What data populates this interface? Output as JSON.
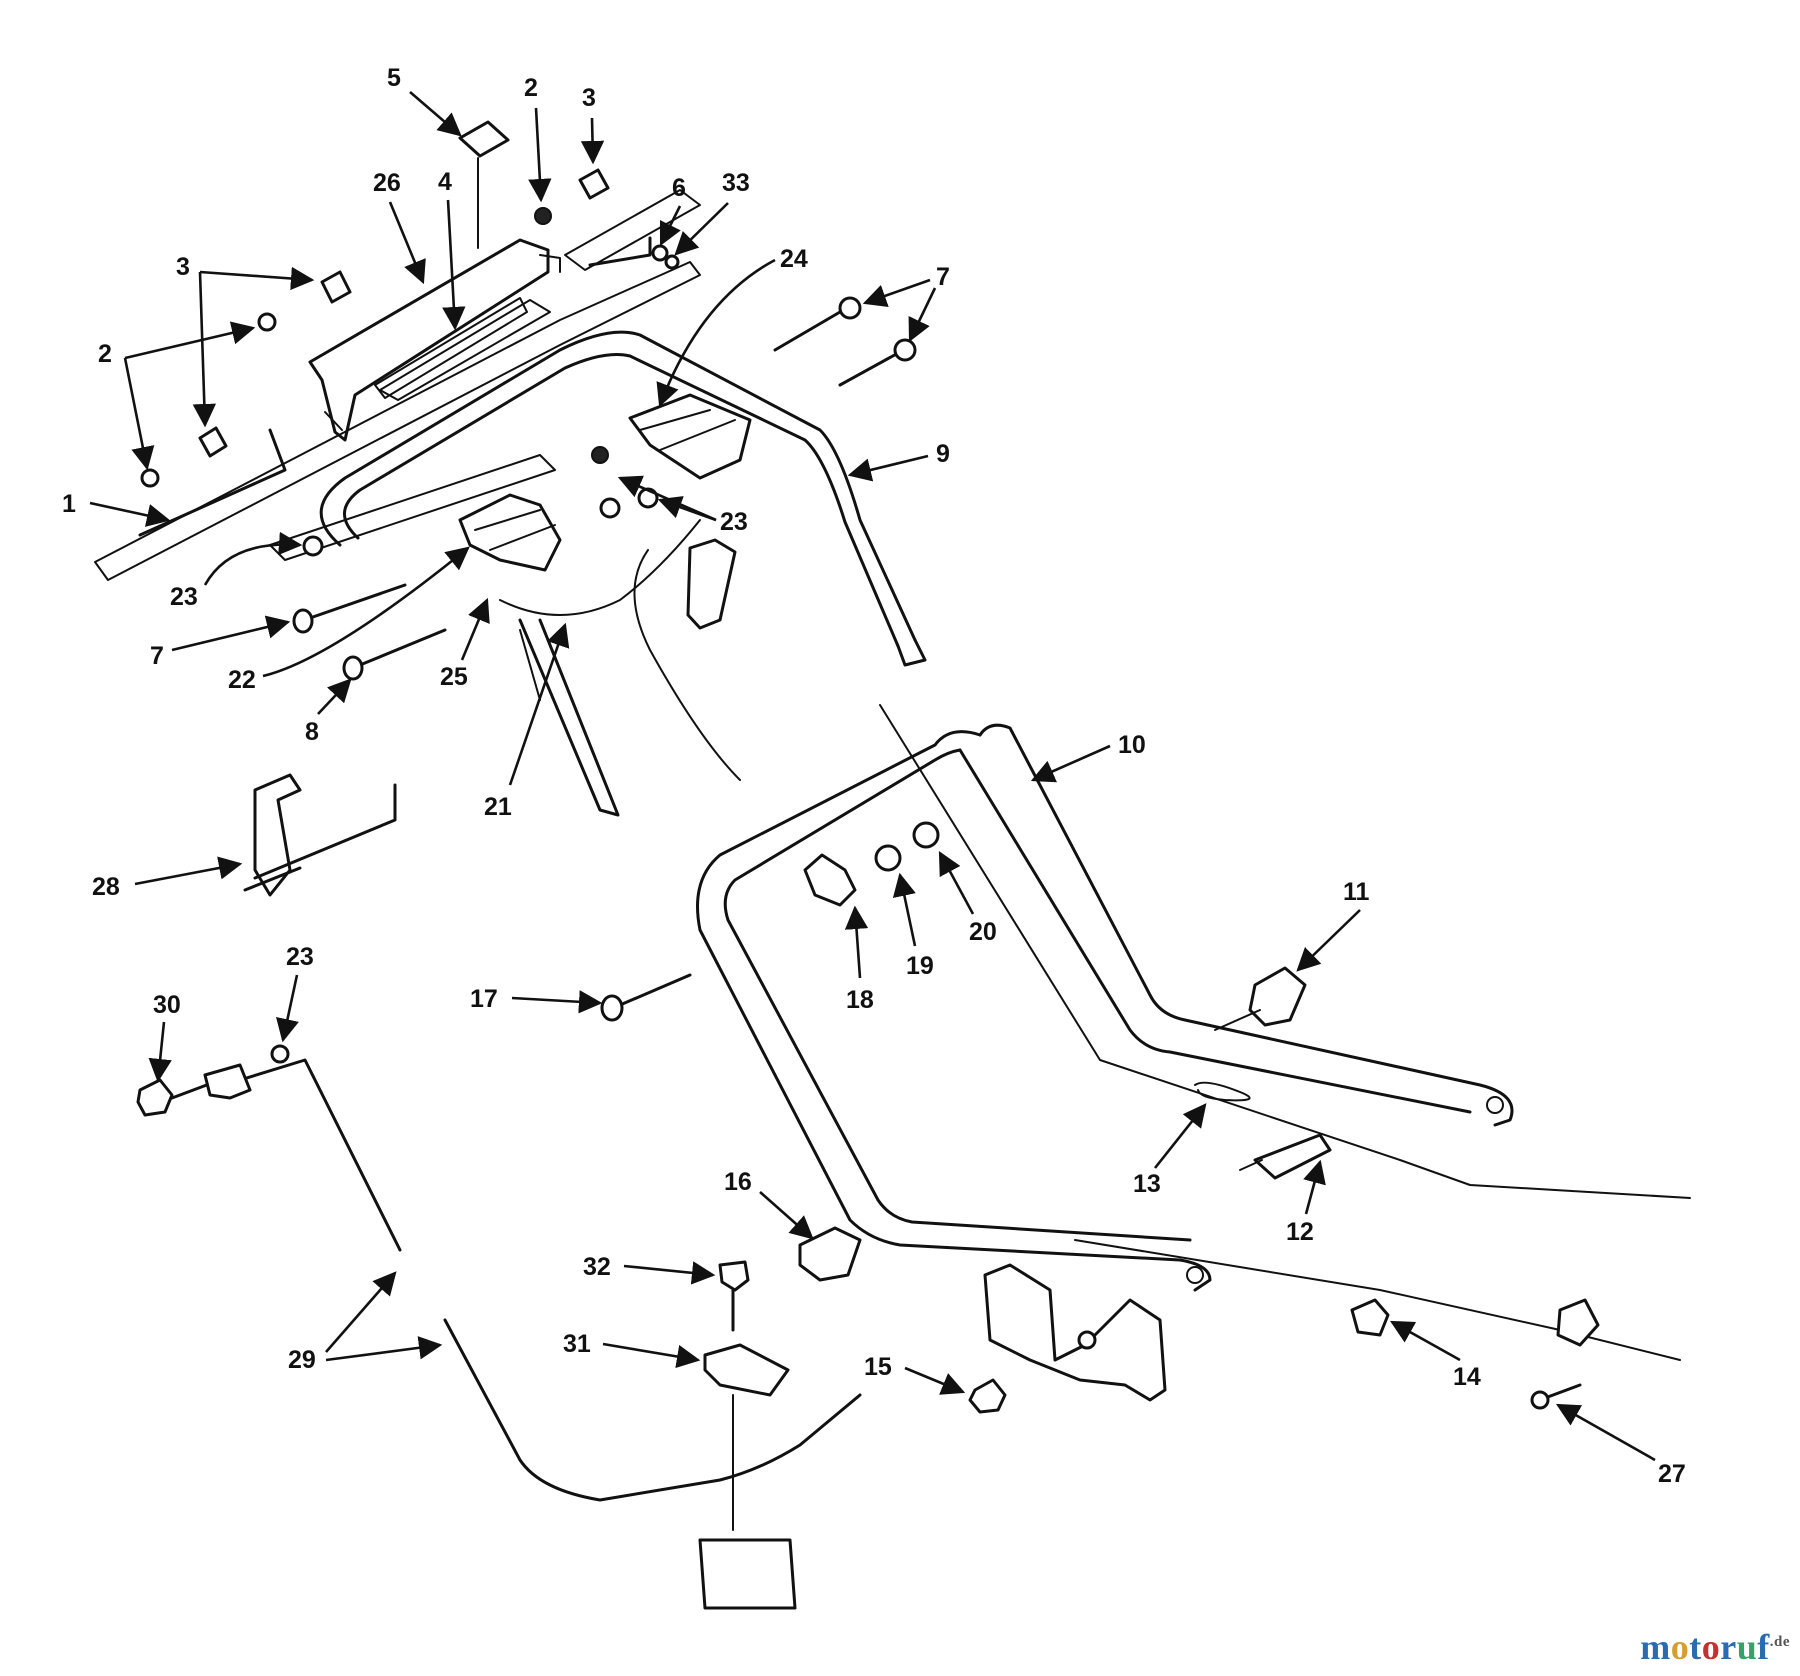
{
  "callouts": [
    {
      "id": "c1",
      "text": "1"
    },
    {
      "id": "c2a",
      "text": "2"
    },
    {
      "id": "c2b",
      "text": "2"
    },
    {
      "id": "c3a",
      "text": "3"
    },
    {
      "id": "c3b",
      "text": "3"
    },
    {
      "id": "c4",
      "text": "4"
    },
    {
      "id": "c5",
      "text": "5"
    },
    {
      "id": "c6",
      "text": "6"
    },
    {
      "id": "c7a",
      "text": "7"
    },
    {
      "id": "c7b",
      "text": "7"
    },
    {
      "id": "c8",
      "text": "8"
    },
    {
      "id": "c9",
      "text": "9"
    },
    {
      "id": "c10",
      "text": "10"
    },
    {
      "id": "c11",
      "text": "11"
    },
    {
      "id": "c12",
      "text": "12"
    },
    {
      "id": "c13",
      "text": "13"
    },
    {
      "id": "c14",
      "text": "14"
    },
    {
      "id": "c15",
      "text": "15"
    },
    {
      "id": "c16",
      "text": "16"
    },
    {
      "id": "c17",
      "text": "17"
    },
    {
      "id": "c18",
      "text": "18"
    },
    {
      "id": "c19",
      "text": "19"
    },
    {
      "id": "c20",
      "text": "20"
    },
    {
      "id": "c21",
      "text": "21"
    },
    {
      "id": "c22",
      "text": "22"
    },
    {
      "id": "c23a",
      "text": "23"
    },
    {
      "id": "c23b",
      "text": "23"
    },
    {
      "id": "c23c",
      "text": "23"
    },
    {
      "id": "c24",
      "text": "24"
    },
    {
      "id": "c25",
      "text": "25"
    },
    {
      "id": "c26",
      "text": "26"
    },
    {
      "id": "c27",
      "text": "27"
    },
    {
      "id": "c28",
      "text": "28"
    },
    {
      "id": "c29",
      "text": "29"
    },
    {
      "id": "c30",
      "text": "30"
    },
    {
      "id": "c31",
      "text": "31"
    },
    {
      "id": "c32",
      "text": "32"
    },
    {
      "id": "c33",
      "text": "33"
    }
  ],
  "watermark": {
    "parts": [
      {
        "text": "m",
        "color": "#2b6cb0"
      },
      {
        "text": "o",
        "color": "#d69e2e"
      },
      {
        "text": "t",
        "color": "#2b6cb0"
      },
      {
        "text": "o",
        "color": "#c53030"
      },
      {
        "text": "r",
        "color": "#2b6cb0"
      },
      {
        "text": "u",
        "color": "#38a169"
      },
      {
        "text": "f",
        "color": "#2b6cb0"
      }
    ],
    "suffix": ".de"
  }
}
